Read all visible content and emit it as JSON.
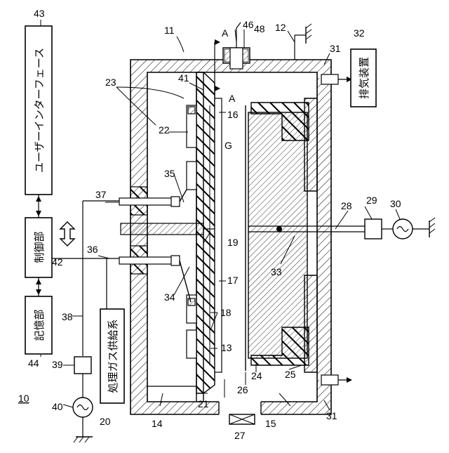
{
  "figure_number": "10",
  "boxes": {
    "user_interface": "ユーザーインターフェース",
    "controller": "制御部",
    "storage": "記憶部",
    "exhaust": "排気装置",
    "gas_supply": "処理ガス供給系"
  },
  "markers": {
    "section_a_top": "A",
    "section_a_bottom": "A"
  },
  "labels": {
    "n11": "11",
    "n12": "12",
    "n13": "13",
    "n14": "14",
    "n15": "15",
    "n16": "16",
    "n17": "17",
    "n18": "18",
    "n19": "19",
    "n20": "20",
    "n21": "21",
    "n22": "22",
    "n23": "23",
    "n24": "24",
    "n25": "25",
    "n26": "26",
    "n27": "27",
    "n28": "28",
    "n29": "29",
    "n30": "30",
    "n31a": "31",
    "n31b": "31",
    "n32": "32",
    "n33": "33",
    "n34": "34",
    "n35": "35",
    "n36": "36",
    "n37": "37",
    "n38": "38",
    "n39": "39",
    "n40": "40",
    "n41": "41",
    "n42": "42",
    "n43": "43",
    "n44": "44",
    "n46": "46",
    "n48": "48",
    "G": "G"
  }
}
